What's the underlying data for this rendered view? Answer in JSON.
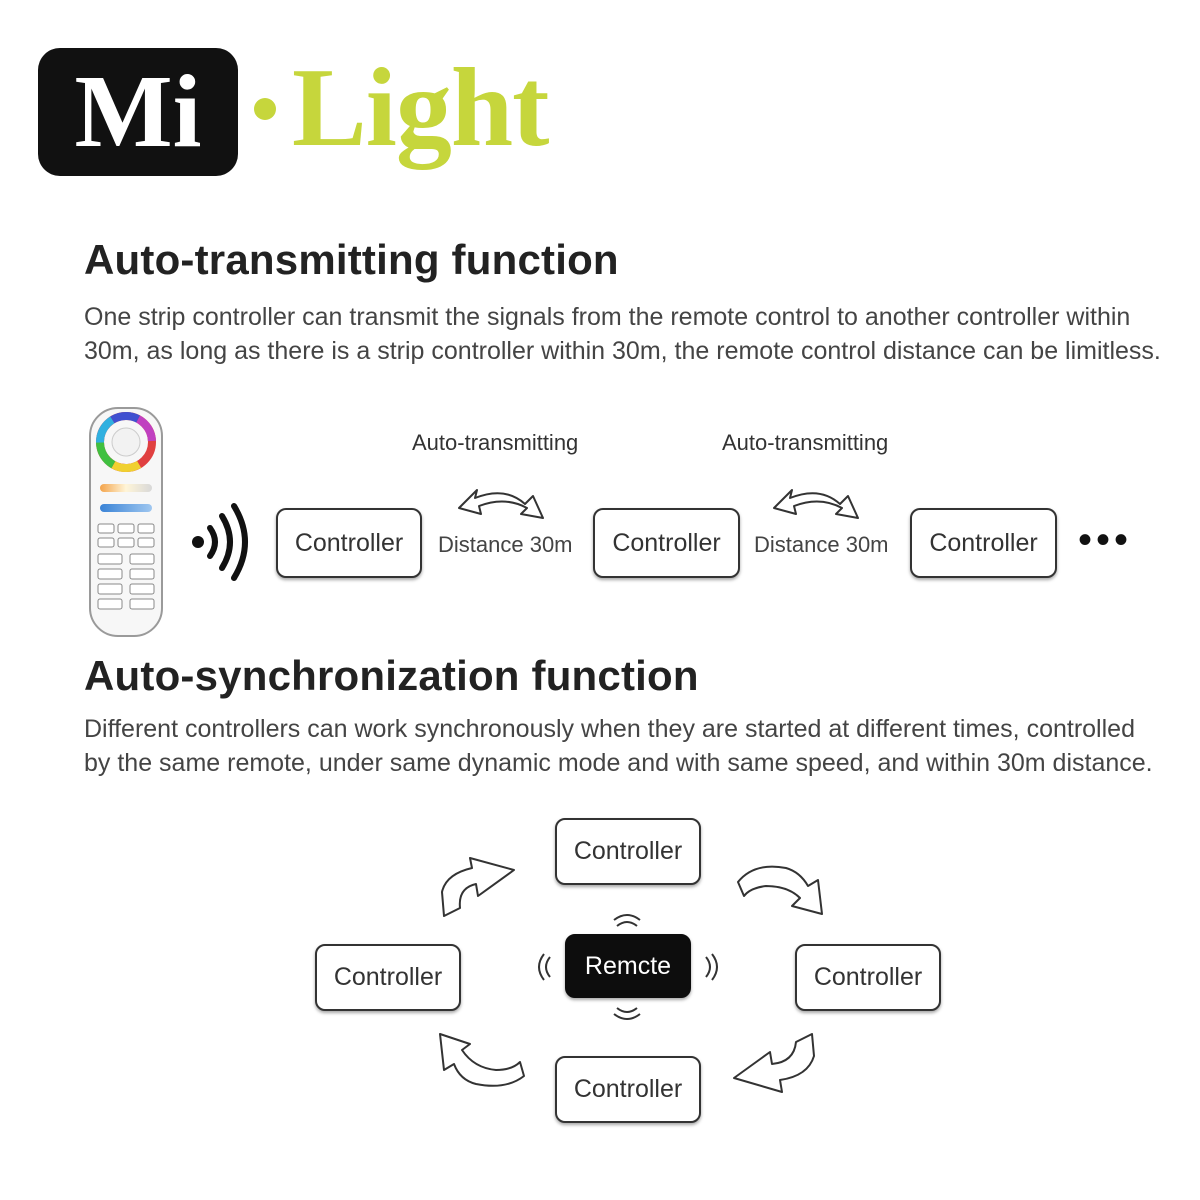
{
  "logo": {
    "mi": "Mi",
    "light": "Light",
    "light_color": "#c6d63c",
    "dot_color": "#c6d63c",
    "badge_color": "#111111"
  },
  "section1": {
    "title": "Auto-transmitting function",
    "description": "One strip controller can transmit the signals from the remote control to another controller within 30m, as long as there is a strip controller within 30m, the remote control distance can be limitless.",
    "controllers": [
      "Controller",
      "Controller",
      "Controller"
    ],
    "transmit_labels": [
      "Auto-transmitting",
      "Auto-transmitting"
    ],
    "distance_labels": [
      "Distance 30m",
      "Distance 30m"
    ],
    "more": "•••",
    "icons": [
      "remote-control-icon",
      "wifi-signal-icon",
      "curved-arrow-icon"
    ]
  },
  "section2": {
    "title": "Auto-synchronization function",
    "description": "Different controllers can work synchronously when they are started at different times, controlled by the same remote, under same dynamic mode and with same speed, and within 30m distance.",
    "remote_label": "Remcte",
    "controllers": [
      "Controller",
      "Controller",
      "Controller",
      "Controller"
    ],
    "icons": [
      "signal-wave-icon",
      "curved-arrow-icon"
    ]
  }
}
